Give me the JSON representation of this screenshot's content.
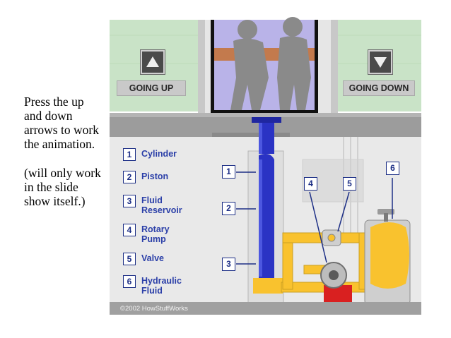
{
  "side_text": {
    "instruction": "Press the up and down arrows to work the animation.",
    "note": "(will only work in the slide show itself.)"
  },
  "controls": {
    "up_label": "GOING UP",
    "down_label": "GOING DOWN",
    "up_icon": "triangle-up-icon",
    "down_icon": "triangle-down-icon"
  },
  "legend": [
    {
      "num": "1",
      "label": "Cylinder"
    },
    {
      "num": "2",
      "label": "Piston"
    },
    {
      "num": "3",
      "label": "Fluid\nReservoir"
    },
    {
      "num": "4",
      "label": "Rotary\nPump"
    },
    {
      "num": "5",
      "label": "Valve"
    },
    {
      "num": "6",
      "label": "Hydraulic\nFluid"
    }
  ],
  "callouts": [
    "1",
    "2",
    "3",
    "4",
    "5",
    "6"
  ],
  "copyright": "©2002 HowStuffWorks",
  "colors": {
    "wall_green": "#c9e3c7",
    "piston_blue": "#2a33c4",
    "fluid_yellow": "#f9c22e",
    "pump_red": "#d92020",
    "label_blue": "#2b3fa8",
    "floor_gray": "#9c9c9c"
  }
}
